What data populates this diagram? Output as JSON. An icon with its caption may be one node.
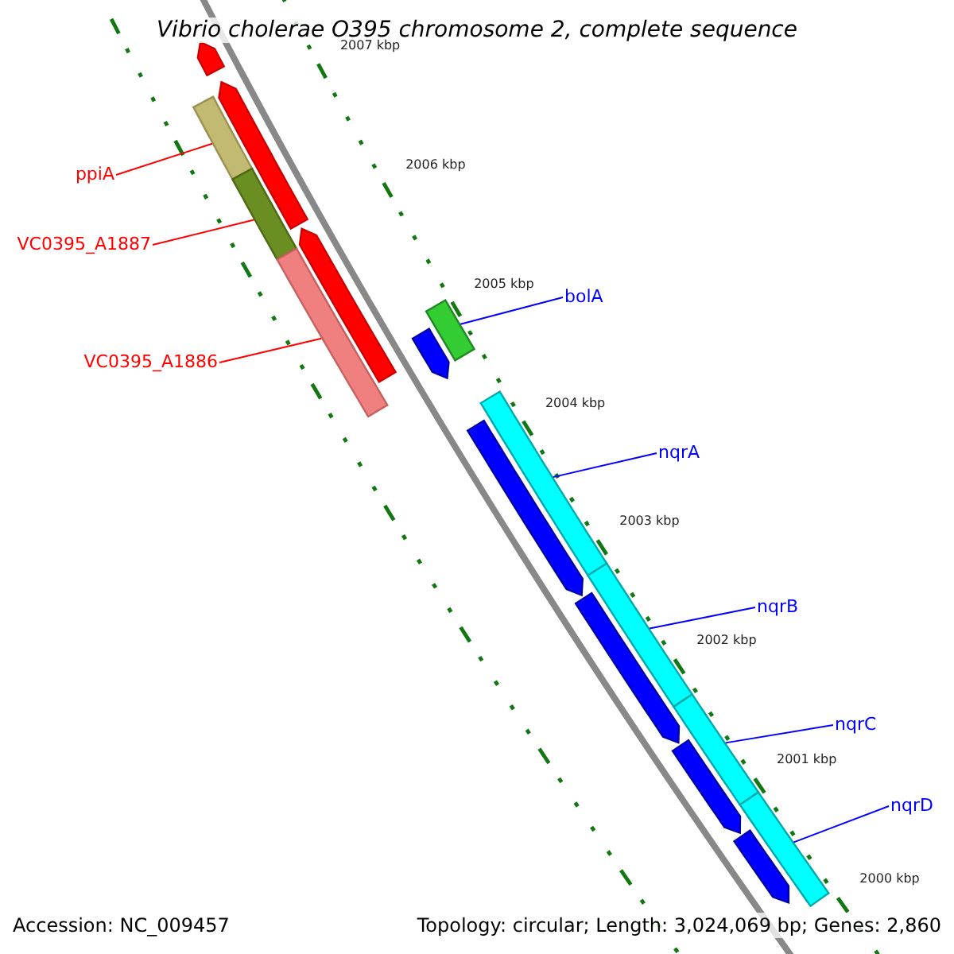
{
  "diagram": {
    "title": "Vibrio cholerae O395 chromosome 2, complete sequence",
    "nodes": [
      {
        "text": [
          "ppiA"
        ]
      },
      {
        "text": [
          "VC0395_A1887"
        ]
      },
      {
        "text": [
          "VC0395_A1886"
        ]
      },
      {
        "text": [
          "bolA"
        ]
      },
      {
        "text": [
          "nqrA"
        ]
      },
      {
        "text": [
          "nqrB"
        ]
      },
      {
        "text": [
          "nqrC"
        ]
      },
      {
        "text": [
          "nqrD"
        ]
      },
      {
        "text": [],
        "shape": "arrow"
      },
      {
        "text": [],
        "shape": "arrow"
      },
      {
        "text": [],
        "shape": "bar"
      },
      {
        "text": [],
        "shape": "bar"
      },
      {
        "text": [],
        "shape": "arrow"
      },
      {
        "text": [],
        "shape": "bar"
      },
      {
        "text": [],
        "shape": "bar"
      },
      {
        "text": [],
        "shape": "arrow"
      },
      {
        "text": [],
        "shape": "bar"
      },
      {
        "text": [],
        "shape": "arrow"
      },
      {
        "text": [],
        "shape": "bar"
      },
      {
        "text": [],
        "shape": "arrow"
      },
      {
        "text": [],
        "shape": "bar"
      },
      {
        "text": [],
        "shape": "arrow"
      },
      {
        "text": [],
        "shape": "bar"
      },
      {
        "text": [],
        "shape": "arrow"
      }
    ],
    "edges": [
      {
        "from": 0,
        "to": 10,
        "arrow": "none",
        "color": "#ff0000"
      },
      {
        "from": 1,
        "to": 11,
        "arrow": "none",
        "color": "#ff0000"
      },
      {
        "from": 2,
        "to": 13,
        "arrow": "none",
        "color": "#ff0000"
      },
      {
        "from": 3,
        "to": 14,
        "arrow": "none"
      },
      {
        "from": 4,
        "to": 16,
        "arrow": "none"
      },
      {
        "from": 5,
        "to": 18,
        "arrow": "none"
      },
      {
        "from": 6,
        "to": 20,
        "arrow": "none"
      },
      {
        "from": 7,
        "to": 22,
        "arrow": "none"
      }
    ],
    "labels": [
      "2007 kbp",
      "2006 kbp",
      "2005 kbp",
      "2004 kbp",
      "2003 kbp",
      "2002 kbp",
      "2001 kbp",
      "2000 kbp",
      "Accession: NC_009457",
      "Topology: circular; Length: 3,024,069 bp; Genes: 2,860"
    ]
  }
}
